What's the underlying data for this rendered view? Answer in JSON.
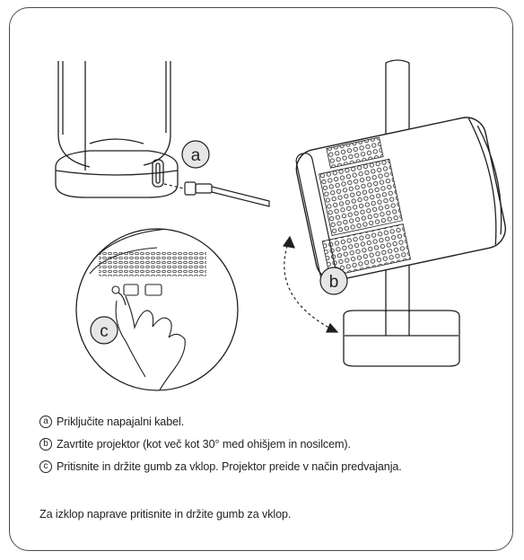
{
  "figure": {
    "callout_a": "a",
    "callout_b": "b",
    "callout_c": "c"
  },
  "steps": [
    {
      "badge": "a",
      "text": "Priključite napajalni kabel."
    },
    {
      "badge": "b",
      "text": "Zavrtite projektor (kot več kot 30° med ohišjem in nosilcem)."
    },
    {
      "badge": "c",
      "text": "Pritisnite in držite gumb za vklop. Projektor preide v način predvajanja."
    }
  ],
  "note": "Za izklop naprave pritisnite in držite gumb za vklop."
}
